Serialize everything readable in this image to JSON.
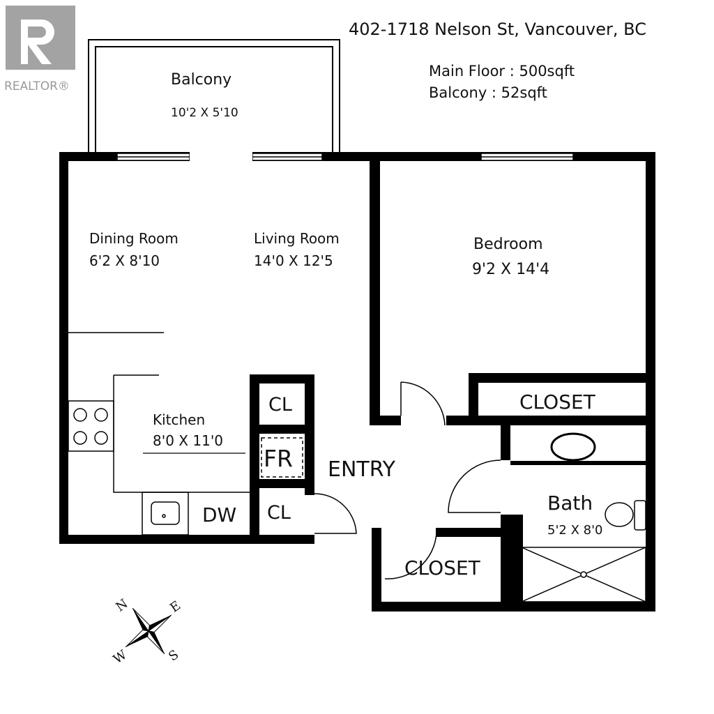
{
  "header": {
    "address": "402-1718 Nelson St, Vancouver, BC",
    "main_floor": "Main Floor : 500sqft",
    "balcony_area": "Balcony : 52sqft"
  },
  "logo": {
    "text": "REALTOR®",
    "color": "#9a9a9a"
  },
  "rooms": {
    "balcony": {
      "name": "Balcony",
      "dim": "10'2 X 5'10"
    },
    "dining": {
      "name": "Dining Room",
      "dim": "6'2 X 8'10"
    },
    "living": {
      "name": "Living Room",
      "dim": "14'0 X 12'5"
    },
    "bedroom": {
      "name": "Bedroom",
      "dim": "9'2 X 14'4"
    },
    "kitchen": {
      "name": "Kitchen",
      "dim": "8'0 X 11'0"
    },
    "bath": {
      "name": "Bath",
      "dim": "5'2 X 8'0"
    },
    "entry": "ENTRY",
    "closet_bedroom": "CLOSET",
    "closet_entry": "CLOSET",
    "cl_top": "CL",
    "cl_bottom": "CL",
    "fridge": "FR",
    "dishwasher": "DW"
  },
  "compass": {
    "n": "N",
    "e": "E",
    "s": "S",
    "w": "W"
  },
  "colors": {
    "wall": "#000000",
    "background": "#ffffff"
  }
}
